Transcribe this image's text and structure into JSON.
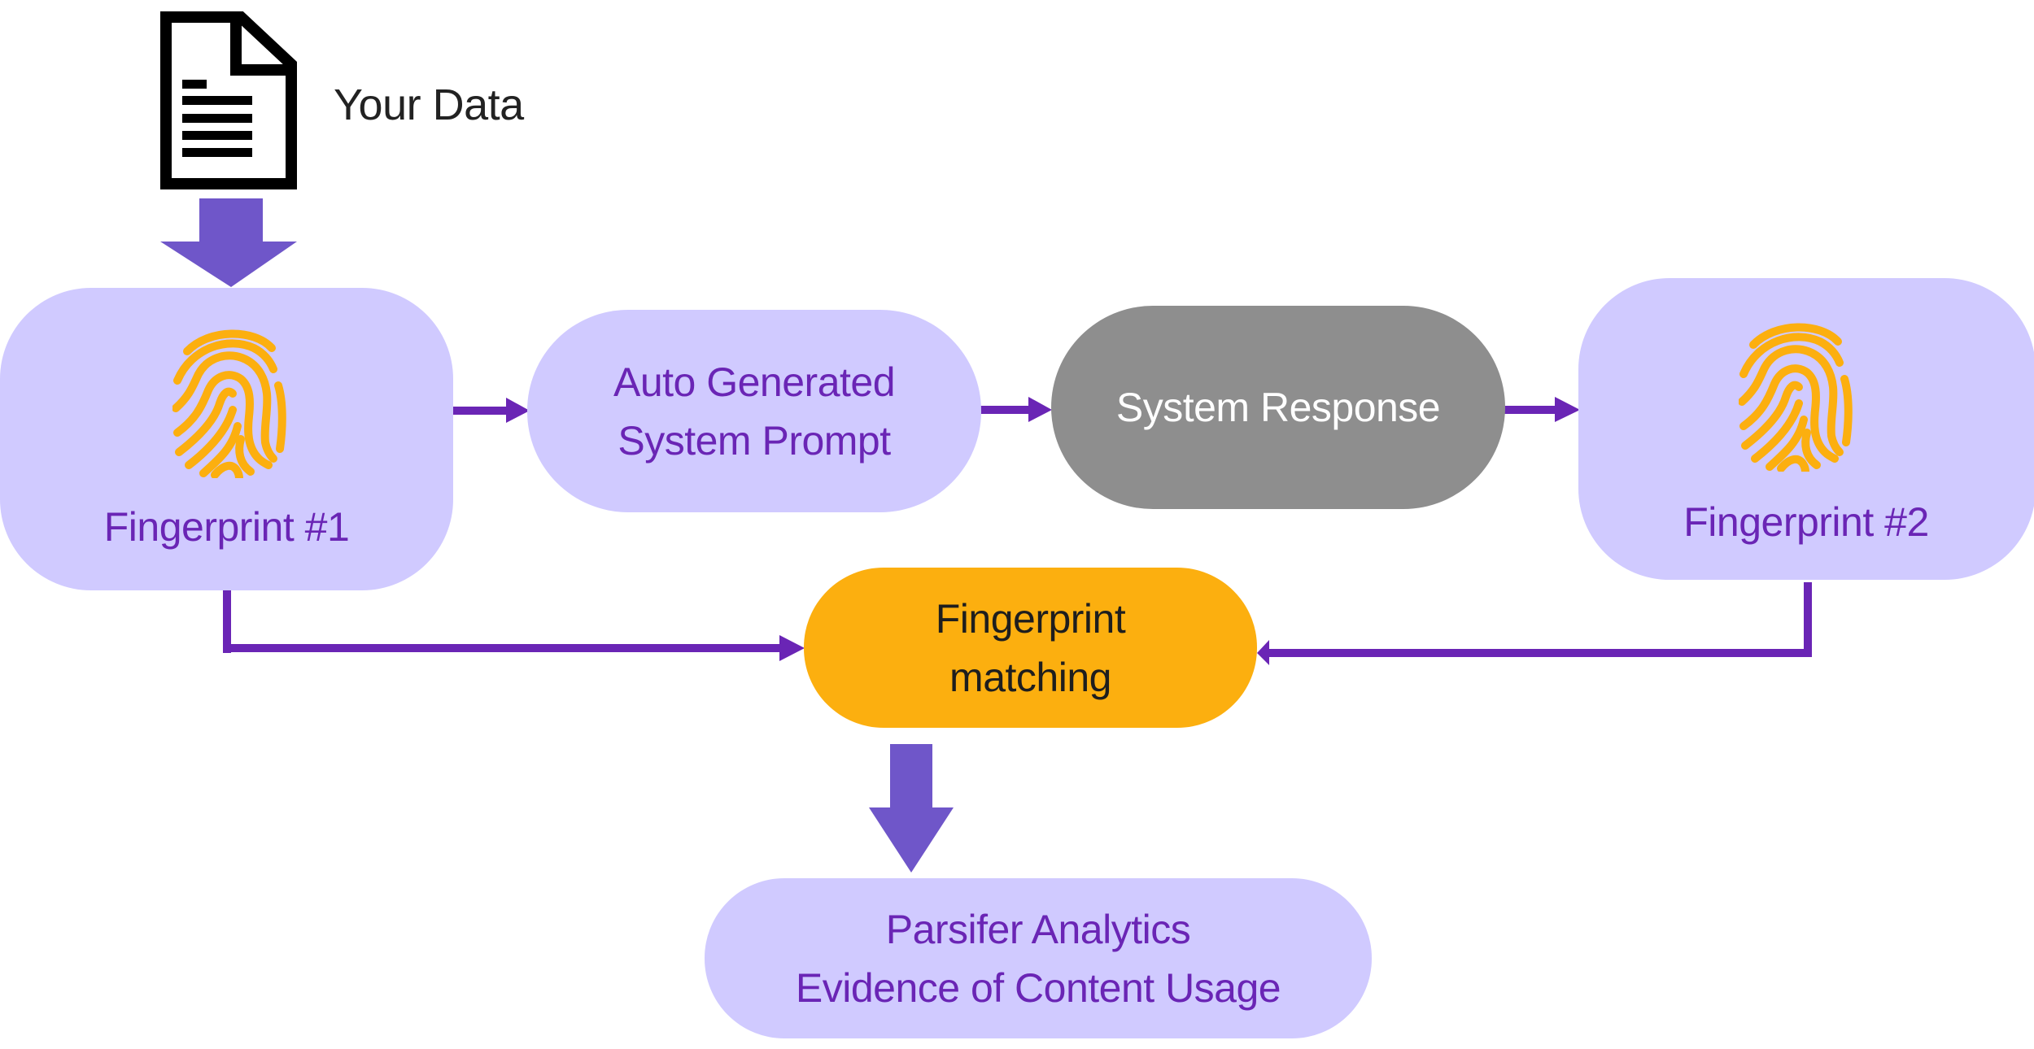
{
  "source": {
    "label": "Your Data",
    "icon": "document-icon"
  },
  "nodes": {
    "fingerprint1": {
      "label": "Fingerprint #1",
      "icon": "fingerprint-icon"
    },
    "prompt": {
      "line1": "Auto Generated",
      "line2": "System Prompt"
    },
    "response": {
      "label": "System Response"
    },
    "fingerprint2": {
      "label": "Fingerprint #2",
      "icon": "fingerprint-icon"
    },
    "matching": {
      "line1": "Fingerprint",
      "line2": "matching"
    },
    "result": {
      "line1": "Parsifer Analytics",
      "line2": "Evidence of Content Usage"
    }
  },
  "colors": {
    "box_fill": "#d0caff",
    "box_text": "#6a25b5",
    "response_fill": "#8e8e8e",
    "matching_fill": "#fcaf0f",
    "connector": "#6a25b5",
    "block_arrow": "#6f56c9",
    "fingerprint": "#fcaf0f"
  }
}
